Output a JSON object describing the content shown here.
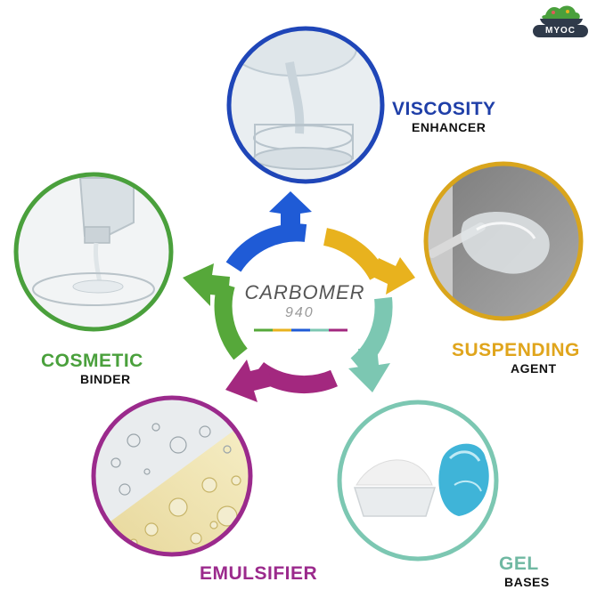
{
  "brand": {
    "logo_text": "MYOC"
  },
  "center": {
    "title": "CARBOMER",
    "subtitle": "940"
  },
  "uses": [
    {
      "title": "VISCOSITY",
      "subtitle": "ENHANCER",
      "color": "#1f3fa8"
    },
    {
      "title": "SUSPENDING",
      "subtitle": "AGENT",
      "color": "#e0a51c"
    },
    {
      "title": "GEL",
      "subtitle": "BASES",
      "color": "#6fb8a2"
    },
    {
      "title": "EMULSIFIER",
      "subtitle": "",
      "color": "#9b2a8c"
    },
    {
      "title": "COSMETIC",
      "subtitle": "BINDER",
      "color": "#4aa03c"
    }
  ],
  "colors": {
    "blue": "#1f5bd6",
    "yellow": "#e8b21e",
    "teal": "#7cc7b2",
    "purple": "#a3287f",
    "green": "#56a83a"
  }
}
